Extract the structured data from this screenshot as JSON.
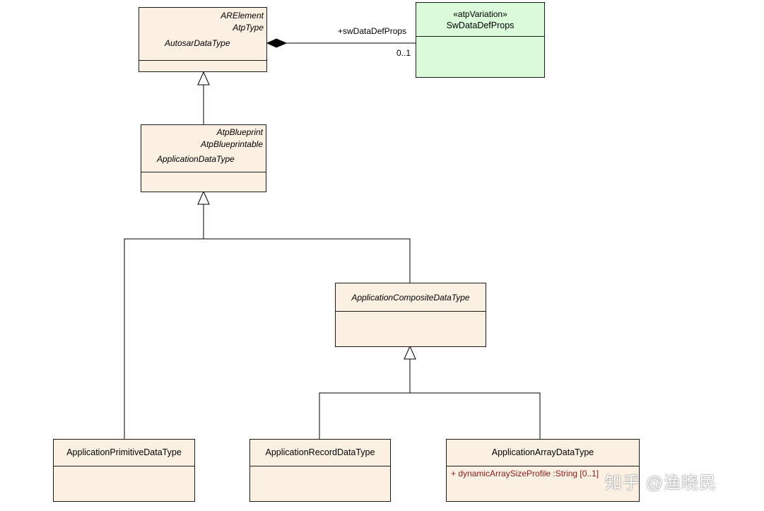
{
  "classes": {
    "autosar_data_type": {
      "stereotypes": [
        "ARElement",
        "AtpType"
      ],
      "name": "AutosarDataType"
    },
    "sw_data_def_props": {
      "stereotype": "«atpVariation»",
      "name": "SwDataDefProps"
    },
    "application_data_type": {
      "stereotypes": [
        "AtpBlueprint",
        "AtpBlueprintable"
      ],
      "name": "ApplicationDataType"
    },
    "application_composite_data_type": {
      "name": "ApplicationCompositeDataType"
    },
    "application_primitive_data_type": {
      "name": "ApplicationPrimitiveDataType"
    },
    "application_record_data_type": {
      "name": "ApplicationRecordDataType"
    },
    "application_array_data_type": {
      "name": "ApplicationArrayDataType",
      "attribute": "+    dynamicArraySizeProfile  :String [0..1]"
    }
  },
  "association": {
    "role": "+swDataDefProps",
    "multiplicity": "0..1"
  },
  "watermark": "知乎 @渔晓民",
  "colors": {
    "class_fill": "#fbf0e2",
    "stereotype_class_fill": "#d9fbd9",
    "attribute_text": "#8b1a1a"
  }
}
